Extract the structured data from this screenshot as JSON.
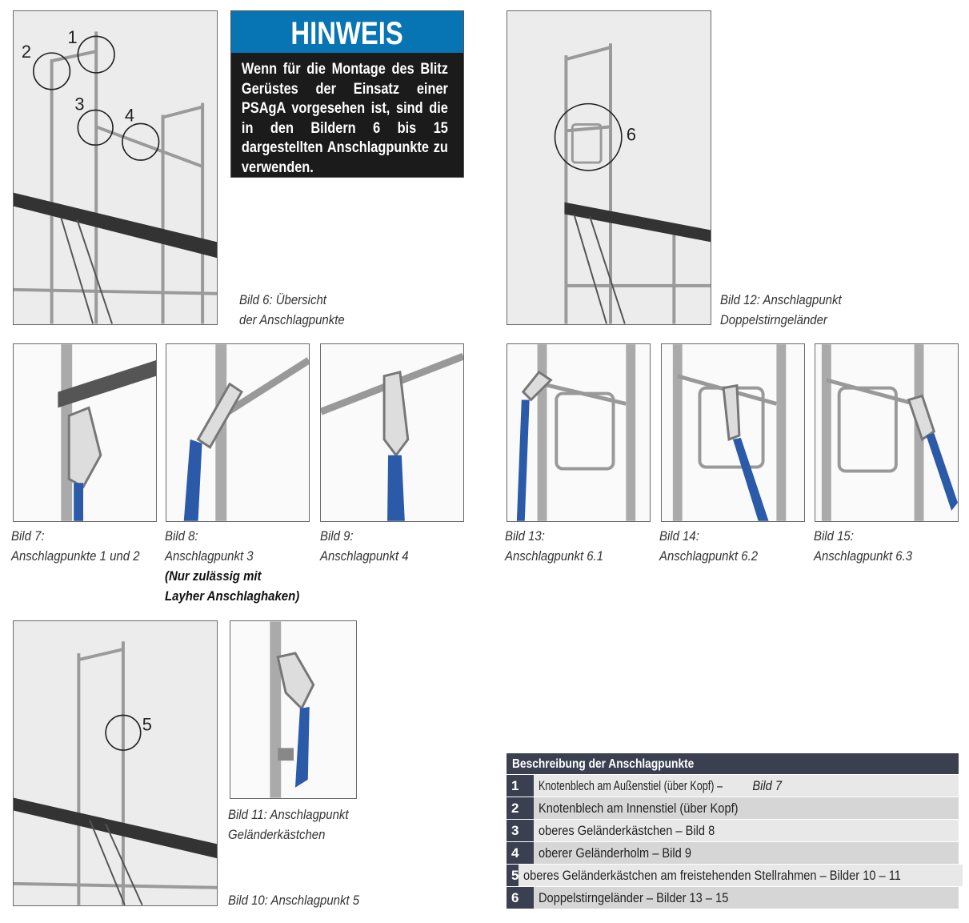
{
  "notice": {
    "title": "HINWEIS",
    "text": "Wenn für die Montage des Blitz Gerüstes der Einsatz einer PSAgA vorgesehen ist, sind die in den Bildern 6 bis 15 dargestellten Anschlagpunkte zu verwenden."
  },
  "figures": {
    "bild6": {
      "line1": "Bild 6: Übersicht",
      "line2": "der Anschlagpunkte",
      "callouts": [
        "1",
        "2",
        "3",
        "4"
      ]
    },
    "bild12": {
      "line1": "Bild 12: Anschlagpunkt",
      "line2": "Doppelstirngeländer",
      "callouts": [
        "6"
      ]
    },
    "bild7": {
      "line1": "Bild 7:",
      "line2": "Anschlagpunkte 1 und 2"
    },
    "bild8": {
      "line1": "Bild 8:",
      "line2": "Anschlagpunkt 3",
      "note1": "(Nur zulässig mit",
      "note2": "Layher Anschlaghaken)"
    },
    "bild9": {
      "line1": "Bild 9:",
      "line2": "Anschlagpunkt 4"
    },
    "bild13": {
      "line1": "Bild 13:",
      "line2": "Anschlagpunkt 6.1"
    },
    "bild14": {
      "line1": "Bild 14:",
      "line2": "Anschlagpunkt 6.2"
    },
    "bild15": {
      "line1": "Bild 15:",
      "line2": "Anschlagpunkt 6.3"
    },
    "bild10": {
      "line1": "Bild 10: Anschlagpunkt 5",
      "callouts": [
        "5"
      ]
    },
    "bild11": {
      "line1": "Bild 11: Anschlagpunkt",
      "line2": "Geländerkästchen"
    }
  },
  "table": {
    "header": "Beschreibung der Anschlagpunkte",
    "rows": [
      {
        "num": "1",
        "text": "Knotenblech am Außenstiel (über Kopf) – ",
        "ref": "Bild 7"
      },
      {
        "num": "2",
        "text": "Knotenblech am Innenstiel (über Kopf)"
      },
      {
        "num": "3",
        "text": "oberes Geländerkästchen – Bild 8"
      },
      {
        "num": "4",
        "text": "oberer Geländerholm – Bild 9"
      },
      {
        "num": "5",
        "text": "oberes Geländerkästchen am freistehenden Stellrahmen – Bilder 10 – 11"
      },
      {
        "num": "6",
        "text": "Doppelstirngeländer – Bilder 13 – 15"
      }
    ]
  },
  "colors": {
    "notice_blue": "#0774b4",
    "notice_black": "#1b1b1b",
    "table_dark": "#3a4050",
    "lanyard_blue": "#2a5aa8"
  }
}
